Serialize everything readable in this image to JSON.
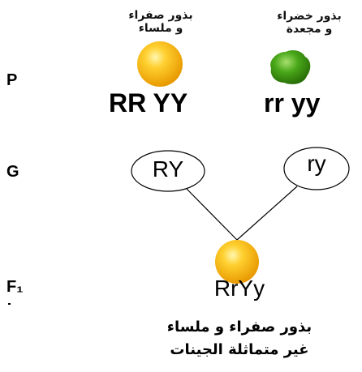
{
  "parents": {
    "left_label_line1": "بذور صفراء",
    "left_label_line2": "و ملساء",
    "right_label_line1": "بذور خضراء",
    "right_label_line2": "و مجعدة",
    "left_genotype": "RR YY",
    "right_genotype": "rr yy"
  },
  "rows": {
    "p": "P",
    "g": "G",
    "f1": "F₁"
  },
  "gametes": {
    "left": "RY",
    "right": "ry"
  },
  "offspring": {
    "genotype": "RrYy",
    "caption_line1": "بذور صفراء و ملساء",
    "caption_line2": "غير متماثلة الجينات"
  },
  "colors": {
    "yellow_seed": "#f5b800",
    "green_seed": "#3f9b12"
  }
}
